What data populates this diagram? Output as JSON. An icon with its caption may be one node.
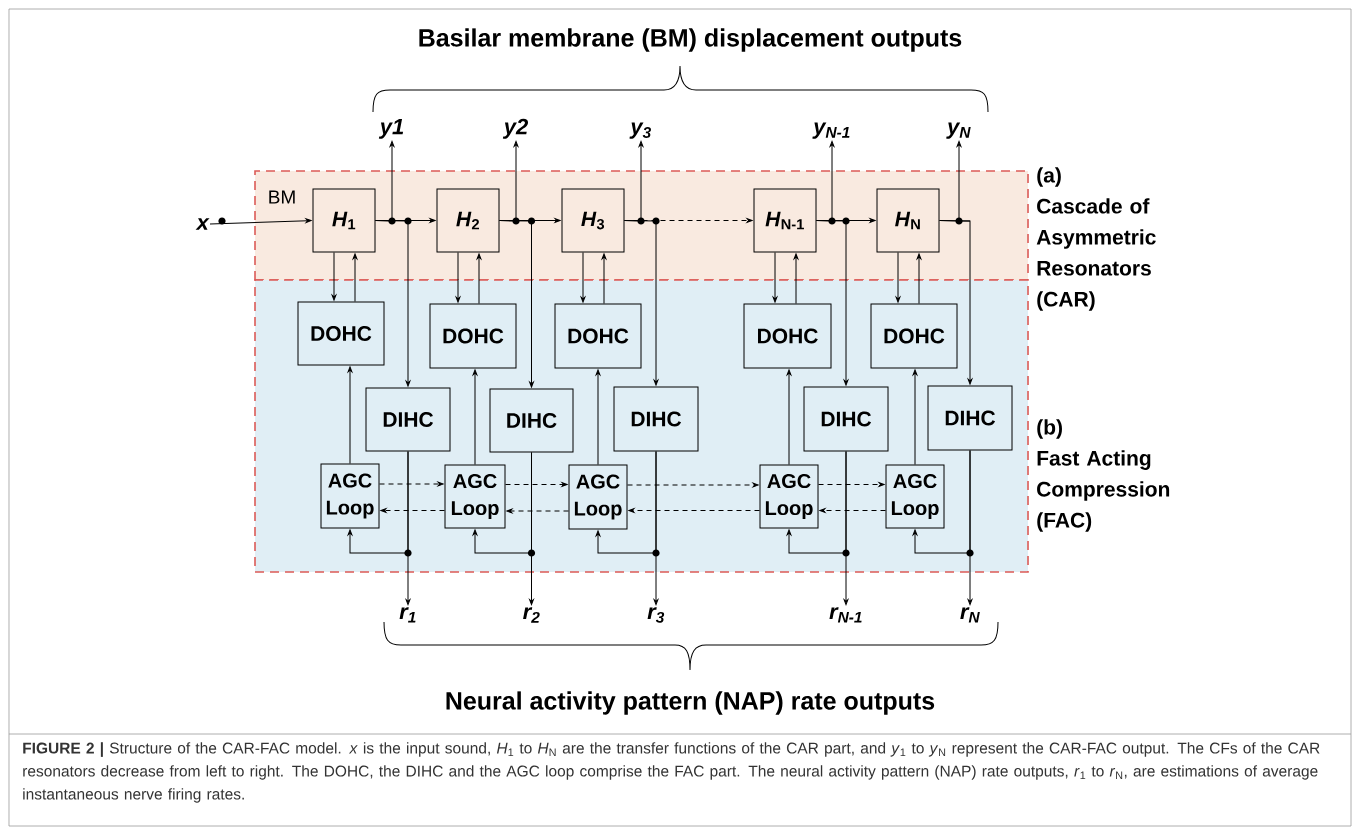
{
  "diagram": {
    "caption": "**FIGURE 2 |** Structure of the CAR-FAC model. *x* is the input sound, *H*$_{1}$ to *H*$_{N}$ are the transfer functions of the CAR part, and *y*$_{1}$ to *y*$_{N}$ represent the CAR-FAC output. The CFs of the CAR resonators decrease from left to right. The DOHC, the DIHC and the AGC loop comprise the FAC part. The neural activity pattern (NAP) rate outputs, *r*$_{1}$ to *r*$_{N}$, are estimations of average instantaneous nerve firing rates.",
    "nodes": [
      {
        "text": [
          "(a)",
          "Cascade of Asymmetric Resonators (CAR)"
        ]
      },
      {
        "text": [
          "(b)",
          "Fast Acting Compression (FAC)"
        ]
      },
      {
        "text": [
          "*H*$_{1}$"
        ],
        "in": 0
      },
      {
        "text": [
          "*H*$_{2}$"
        ],
        "in": 0
      },
      {
        "text": [
          "*H*$_{3}$"
        ],
        "in": 0
      },
      {
        "text": [
          "*H*$_{N-1}$"
        ],
        "in": 0
      },
      {
        "text": [
          "*H*$_{N}$"
        ],
        "in": 0
      },
      {
        "text": [
          "DOHC"
        ],
        "in": 1
      },
      {
        "text": [
          "DOHC"
        ],
        "in": 1
      },
      {
        "text": [
          "DOHC"
        ],
        "in": 1
      },
      {
        "text": [
          "DOHC"
        ],
        "in": 1
      },
      {
        "text": [
          "DOHC"
        ],
        "in": 1
      },
      {
        "text": [
          "DIHC"
        ],
        "in": 1
      },
      {
        "text": [
          "DIHC"
        ],
        "in": 1
      },
      {
        "text": [
          "DIHC"
        ],
        "in": 1
      },
      {
        "text": [
          "DIHC"
        ],
        "in": 1
      },
      {
        "text": [
          "DIHC"
        ],
        "in": 1
      },
      {
        "text": [
          "AGC Loop"
        ],
        "in": 1
      },
      {
        "text": [
          "AGC Loop"
        ],
        "in": 1
      },
      {
        "text": [
          "AGC Loop"
        ],
        "in": 1
      },
      {
        "text": [
          "AGC Loop"
        ],
        "in": 1
      },
      {
        "text": [
          "AGC Loop"
        ],
        "in": 1
      },
      {
        "text": [
          "x"
        ]
      },
      {
        "text": [
          "y1"
        ]
      },
      {
        "text": [
          "y2"
        ]
      },
      {
        "text": [
          "y$_{3}$"
        ]
      },
      {
        "text": [
          "y$_{N-1}$"
        ]
      },
      {
        "text": [
          "y$_{N}$"
        ]
      },
      {
        "text": [
          "r$_{1}$"
        ]
      },
      {
        "text": [
          "r$_{2}$"
        ]
      },
      {
        "text": [
          "r$_{3}$"
        ]
      },
      {
        "text": [
          "r$_{N-1}$"
        ]
      },
      {
        "text": [
          "r$_{N}$"
        ]
      }
    ],
    "edges": [
      {
        "from": 22,
        "to": 2,
        "arrow": "to"
      },
      {
        "from": 2,
        "to": 3,
        "arrow": "to"
      },
      {
        "from": 3,
        "to": 4,
        "arrow": "to"
      },
      {
        "from": 4,
        "to": 5,
        "arrow": "to",
        "style": "dashed"
      },
      {
        "from": 5,
        "to": 6,
        "arrow": "to"
      },
      {
        "from": 2,
        "to": 23,
        "arrow": "to"
      },
      {
        "from": 3,
        "to": 24,
        "arrow": "to"
      },
      {
        "from": 4,
        "to": 25,
        "arrow": "to"
      },
      {
        "from": 5,
        "to": 26,
        "arrow": "to"
      },
      {
        "from": 6,
        "to": 27,
        "arrow": "to"
      },
      {
        "from": 2,
        "to": 7,
        "arrow": "to"
      },
      {
        "from": 3,
        "to": 8,
        "arrow": "to"
      },
      {
        "from": 4,
        "to": 9,
        "arrow": "to"
      },
      {
        "from": 5,
        "to": 10,
        "arrow": "to"
      },
      {
        "from": 6,
        "to": 11,
        "arrow": "to"
      },
      {
        "from": 7,
        "to": 2,
        "arrow": "to"
      },
      {
        "from": 8,
        "to": 3,
        "arrow": "to"
      },
      {
        "from": 9,
        "to": 4,
        "arrow": "to"
      },
      {
        "from": 10,
        "to": 5,
        "arrow": "to"
      },
      {
        "from": 11,
        "to": 6,
        "arrow": "to"
      },
      {
        "from": 2,
        "to": 12,
        "arrow": "to"
      },
      {
        "from": 3,
        "to": 13,
        "arrow": "to"
      },
      {
        "from": 4,
        "to": 14,
        "arrow": "to"
      },
      {
        "from": 5,
        "to": 15,
        "arrow": "to"
      },
      {
        "from": 6,
        "to": 16,
        "arrow": "to"
      },
      {
        "from": 17,
        "to": 7,
        "arrow": "to"
      },
      {
        "from": 18,
        "to": 8,
        "arrow": "to"
      },
      {
        "from": 19,
        "to": 9,
        "arrow": "to"
      },
      {
        "from": 20,
        "to": 10,
        "arrow": "to"
      },
      {
        "from": 21,
        "to": 11,
        "arrow": "to"
      },
      {
        "from": 12,
        "to": 17,
        "arrow": "to"
      },
      {
        "from": 13,
        "to": 18,
        "arrow": "to"
      },
      {
        "from": 14,
        "to": 19,
        "arrow": "to"
      },
      {
        "from": 15,
        "to": 20,
        "arrow": "to"
      },
      {
        "from": 16,
        "to": 21,
        "arrow": "to"
      },
      {
        "from": 12,
        "to": 28,
        "arrow": "to"
      },
      {
        "from": 13,
        "to": 29,
        "arrow": "to"
      },
      {
        "from": 14,
        "to": 30,
        "arrow": "to"
      },
      {
        "from": 15,
        "to": 31,
        "arrow": "to"
      },
      {
        "from": 16,
        "to": 32,
        "arrow": "to"
      },
      {
        "from": 17,
        "to": 18,
        "arrow": "to",
        "style": "dashed"
      },
      {
        "from": 18,
        "to": 19,
        "arrow": "to",
        "style": "dashed"
      },
      {
        "from": 19,
        "to": 20,
        "arrow": "to",
        "style": "dashed"
      },
      {
        "from": 20,
        "to": 21,
        "arrow": "to",
        "style": "dashed"
      },
      {
        "from": 18,
        "to": 17,
        "arrow": "to",
        "style": "dashed"
      },
      {
        "from": 19,
        "to": 18,
        "arrow": "to",
        "style": "dashed"
      },
      {
        "from": 20,
        "to": 19,
        "arrow": "to",
        "style": "dashed"
      },
      {
        "from": 21,
        "to": 20,
        "arrow": "to",
        "style": "dashed"
      }
    ],
    "labels": [
      "Basilar membrane (BM) displacement outputs",
      "BM",
      "Neural activity pattern (NAP) rate outputs"
    ]
  }
}
